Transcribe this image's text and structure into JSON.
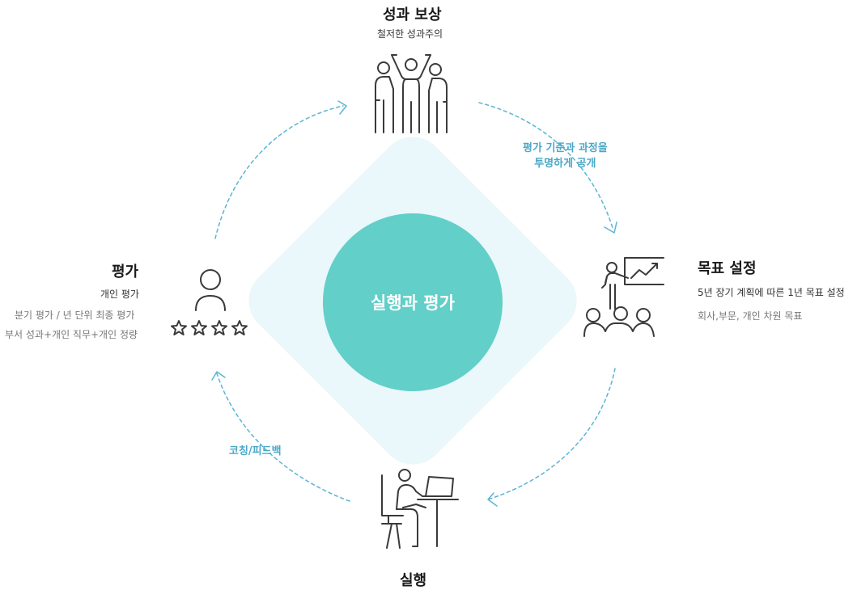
{
  "center": {
    "title": "실행과 평가"
  },
  "nodes": {
    "reward": {
      "title": "성과 보상",
      "subtitle": "철저한 성과주의"
    },
    "goal": {
      "title": "목표 설정",
      "subtitle": "5년 장기 계획에 따른 1년 목표 설정",
      "detail": "회사,부문, 개인 차원 목표"
    },
    "execution": {
      "title": "실행"
    },
    "evaluation": {
      "title": "평가",
      "subtitle": "개인 평가",
      "detail_line1": "분기 평가 / 년 단위 최종 평가",
      "detail_line2": "부서 성과+개인 직무+개인 정량"
    }
  },
  "edges": {
    "reward_to_goal_line1": "평가 기준과 과정을",
    "reward_to_goal_line2": "투명하게 공개",
    "execution_to_evaluation": "코칭/피드백"
  },
  "icons": {
    "reward": "team-celebrating-icon",
    "goal": "presentation-audience-icon",
    "execution": "person-at-desk-icon",
    "evaluation": "person-with-rating-stars-icon"
  },
  "colors": {
    "accent": "#62cfc8",
    "diamond": "#eaf7fb",
    "arrow": "#5ab4d6",
    "edge_text": "#4aa8c8",
    "icon_stroke": "#3a3a3a"
  }
}
